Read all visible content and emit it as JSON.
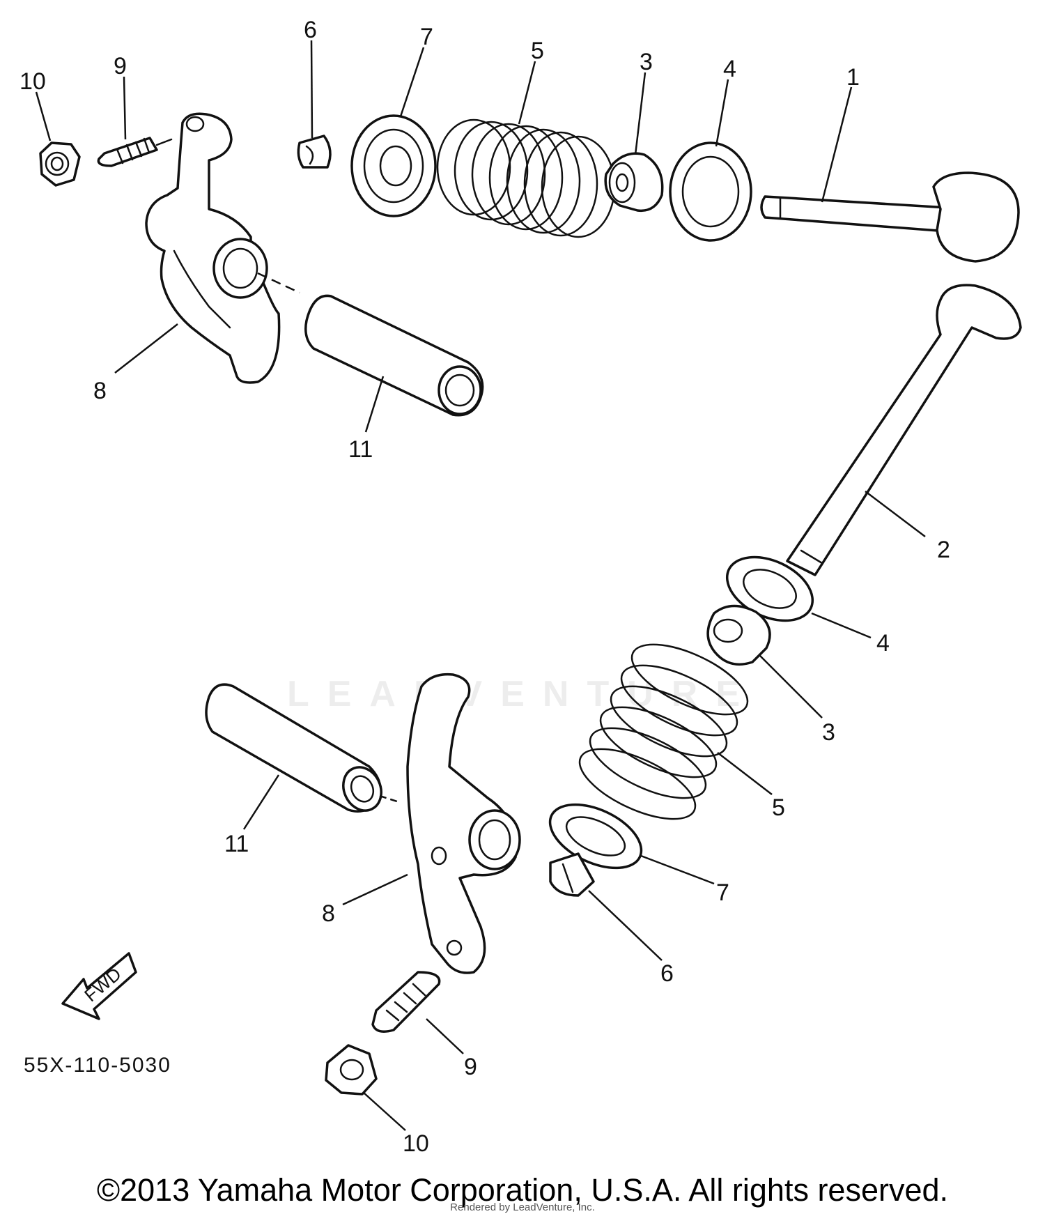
{
  "diagram": {
    "callouts": {
      "top_10": "10",
      "top_9": "9",
      "top_6": "6",
      "top_7": "7",
      "top_5": "5",
      "top_3": "3",
      "top_4": "4",
      "top_1": "1",
      "top_8": "8",
      "top_11": "11",
      "right_2": "2",
      "right_4": "4",
      "right_3": "3",
      "right_5": "5",
      "right_7": "7",
      "right_6": "6",
      "bottom_11": "11",
      "bottom_8": "8",
      "bottom_9": "9",
      "bottom_10": "10"
    },
    "fwd_arrow_text": "FWD",
    "figure_code": "55X-110-5030"
  },
  "watermark": "LEADVENTURE",
  "footer": {
    "copyright": "©2013 Yamaha Motor Corporation, U.S.A. All rights reserved.",
    "rendered_by": "Rendered by LeadVenture, Inc."
  }
}
